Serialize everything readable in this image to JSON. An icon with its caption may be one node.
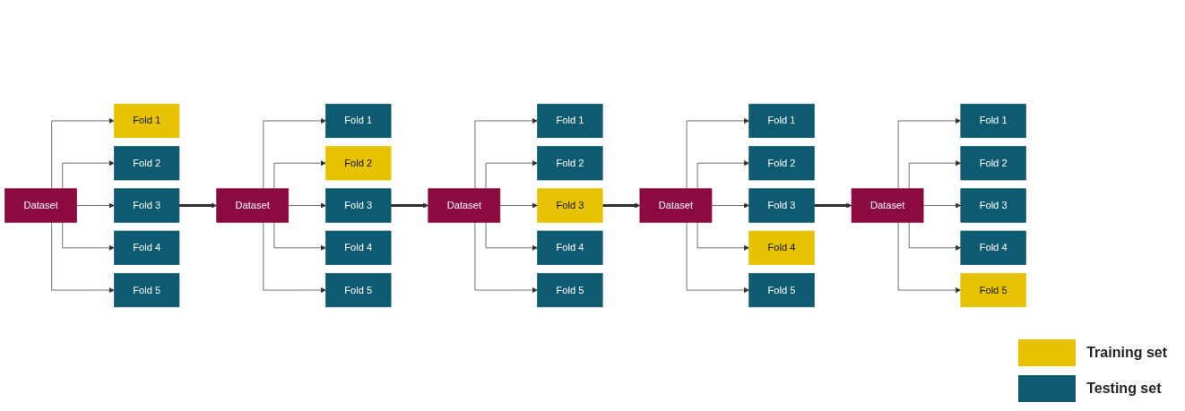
{
  "diagram": {
    "nodes": [
      {
        "text": [
          "Dataset"
        ]
      },
      {
        "text": [
          "Fold 1"
        ]
      },
      {
        "text": [
          "Fold 2"
        ]
      },
      {
        "text": [
          "Fold 3"
        ]
      },
      {
        "text": [
          "Fold 4"
        ]
      },
      {
        "text": [
          "Fold 5"
        ]
      },
      {
        "text": [
          "Dataset"
        ]
      },
      {
        "text": [
          "Fold 1"
        ]
      },
      {
        "text": [
          "Fold 2"
        ]
      },
      {
        "text": [
          "Fold 3"
        ]
      },
      {
        "text": [
          "Fold 4"
        ]
      },
      {
        "text": [
          "Fold 5"
        ]
      },
      {
        "text": [
          "Dataset"
        ]
      },
      {
        "text": [
          "Fold 1"
        ]
      },
      {
        "text": [
          "Fold 2"
        ]
      },
      {
        "text": [
          "Fold 3"
        ]
      },
      {
        "text": [
          "Fold 4"
        ]
      },
      {
        "text": [
          "Fold 5"
        ]
      },
      {
        "text": [
          "Dataset"
        ]
      },
      {
        "text": [
          "Fold 1"
        ]
      },
      {
        "text": [
          "Fold 2"
        ]
      },
      {
        "text": [
          "Fold 3"
        ]
      },
      {
        "text": [
          "Fold 4"
        ]
      },
      {
        "text": [
          "Fold 5"
        ]
      },
      {
        "text": [
          "Dataset"
        ]
      },
      {
        "text": [
          "Fold 1"
        ]
      },
      {
        "text": [
          "Fold 2"
        ]
      },
      {
        "text": [
          "Fold 3"
        ]
      },
      {
        "text": [
          "Fold 4"
        ]
      },
      {
        "text": [
          "Fold 5"
        ]
      }
    ],
    "edges": [
      {
        "from": 0,
        "to": 1,
        "arrow": "to"
      },
      {
        "from": 0,
        "to": 2,
        "arrow": "to"
      },
      {
        "from": 0,
        "to": 3,
        "arrow": "to"
      },
      {
        "from": 0,
        "to": 4,
        "arrow": "to"
      },
      {
        "from": 0,
        "to": 5,
        "arrow": "to"
      },
      {
        "from": 3,
        "to": 6,
        "arrow": "to",
        "style": "thick"
      },
      {
        "from": 6,
        "to": 7,
        "arrow": "to"
      },
      {
        "from": 6,
        "to": 8,
        "arrow": "to"
      },
      {
        "from": 6,
        "to": 9,
        "arrow": "to"
      },
      {
        "from": 6,
        "to": 10,
        "arrow": "to"
      },
      {
        "from": 6,
        "to": 11,
        "arrow": "to"
      },
      {
        "from": 9,
        "to": 12,
        "arrow": "to",
        "style": "thick"
      },
      {
        "from": 12,
        "to": 13,
        "arrow": "to"
      },
      {
        "from": 12,
        "to": 14,
        "arrow": "to"
      },
      {
        "from": 12,
        "to": 15,
        "arrow": "to"
      },
      {
        "from": 12,
        "to": 16,
        "arrow": "to"
      },
      {
        "from": 12,
        "to": 17,
        "arrow": "to"
      },
      {
        "from": 15,
        "to": 18,
        "arrow": "to",
        "style": "thick"
      },
      {
        "from": 18,
        "to": 19,
        "arrow": "to"
      },
      {
        "from": 18,
        "to": 20,
        "arrow": "to"
      },
      {
        "from": 18,
        "to": 21,
        "arrow": "to"
      },
      {
        "from": 18,
        "to": 22,
        "arrow": "to"
      },
      {
        "from": 18,
        "to": 23,
        "arrow": "to"
      },
      {
        "from": 21,
        "to": 24,
        "arrow": "to",
        "style": "thick"
      },
      {
        "from": 24,
        "to": 25,
        "arrow": "to"
      },
      {
        "from": 24,
        "to": 26,
        "arrow": "to"
      },
      {
        "from": 24,
        "to": 27,
        "arrow": "to"
      },
      {
        "from": 24,
        "to": 28,
        "arrow": "to"
      },
      {
        "from": 24,
        "to": 29,
        "arrow": "to"
      }
    ],
    "legend": [
      {
        "text": "Training set",
        "color": "#e6c200"
      },
      {
        "text": "Testing set",
        "color": "#0e5a70"
      }
    ]
  }
}
